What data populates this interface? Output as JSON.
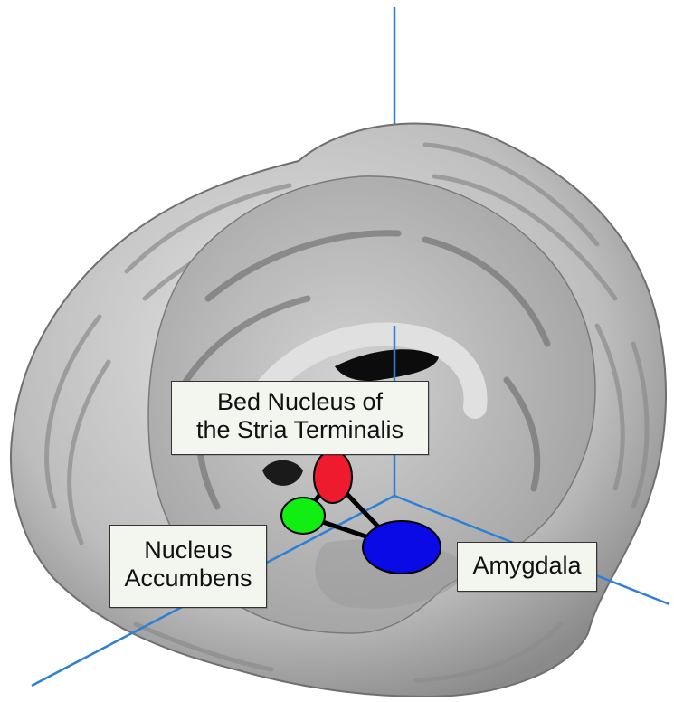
{
  "labels": {
    "bnst": {
      "line1": "Bed Nucleus of",
      "line2": "the Stria Terminalis",
      "color": "#ee1b2e"
    },
    "nacc": {
      "line1": "Nucleus",
      "line2": "Accumbens",
      "color": "#11ee11"
    },
    "amygdala": {
      "line1": "Amygdala",
      "color": "#0a0ae6"
    }
  },
  "colors": {
    "axis": "#2e7fd6",
    "connector": "#000000",
    "brain": "#b8b8b8"
  }
}
